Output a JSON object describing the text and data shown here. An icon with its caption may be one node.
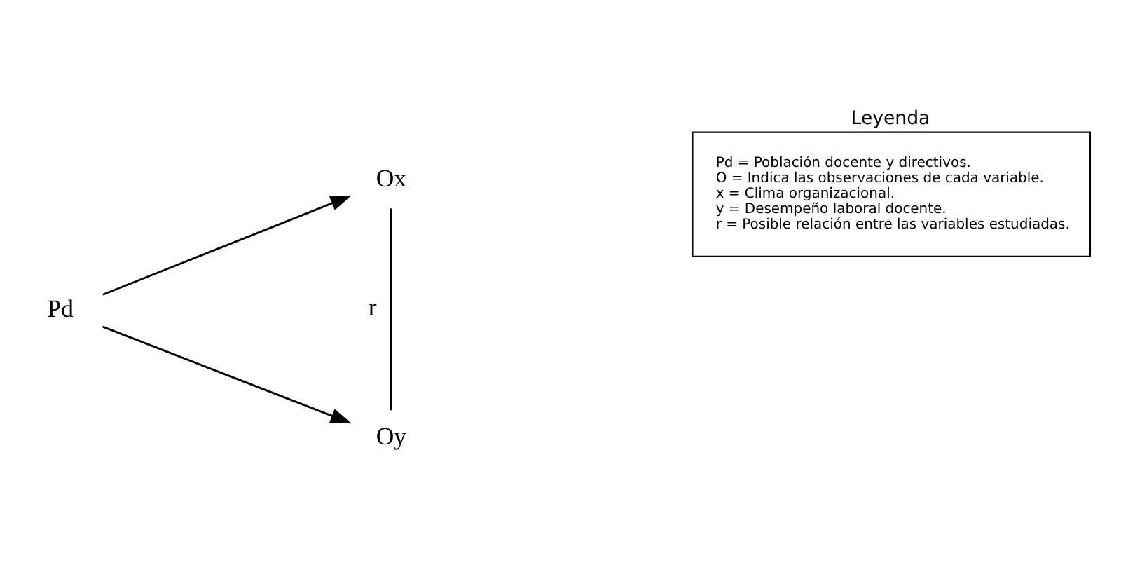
{
  "diagram": {
    "nodes": [
      {
        "text": [
          "Pd"
        ]
      },
      {
        "text": [
          "Ox"
        ]
      },
      {
        "text": [
          "Oy"
        ]
      },
      {
        "text": [
          "Leyenda",
          "Pd = Población docente y directivos.",
          "O = Indica las observaciones de cada variable.",
          "x = Clima organizacional.",
          "y = Desempeño laboral docente.",
          "r = Posible relación entre las variables estudiadas."
        ]
      }
    ],
    "edges": [
      {
        "from": 0,
        "to": 1,
        "arrow": "to"
      },
      {
        "from": 0,
        "to": 2,
        "arrow": "to"
      },
      {
        "from": 1,
        "to": 2,
        "arrow": "none",
        "label": "r"
      }
    ]
  }
}
